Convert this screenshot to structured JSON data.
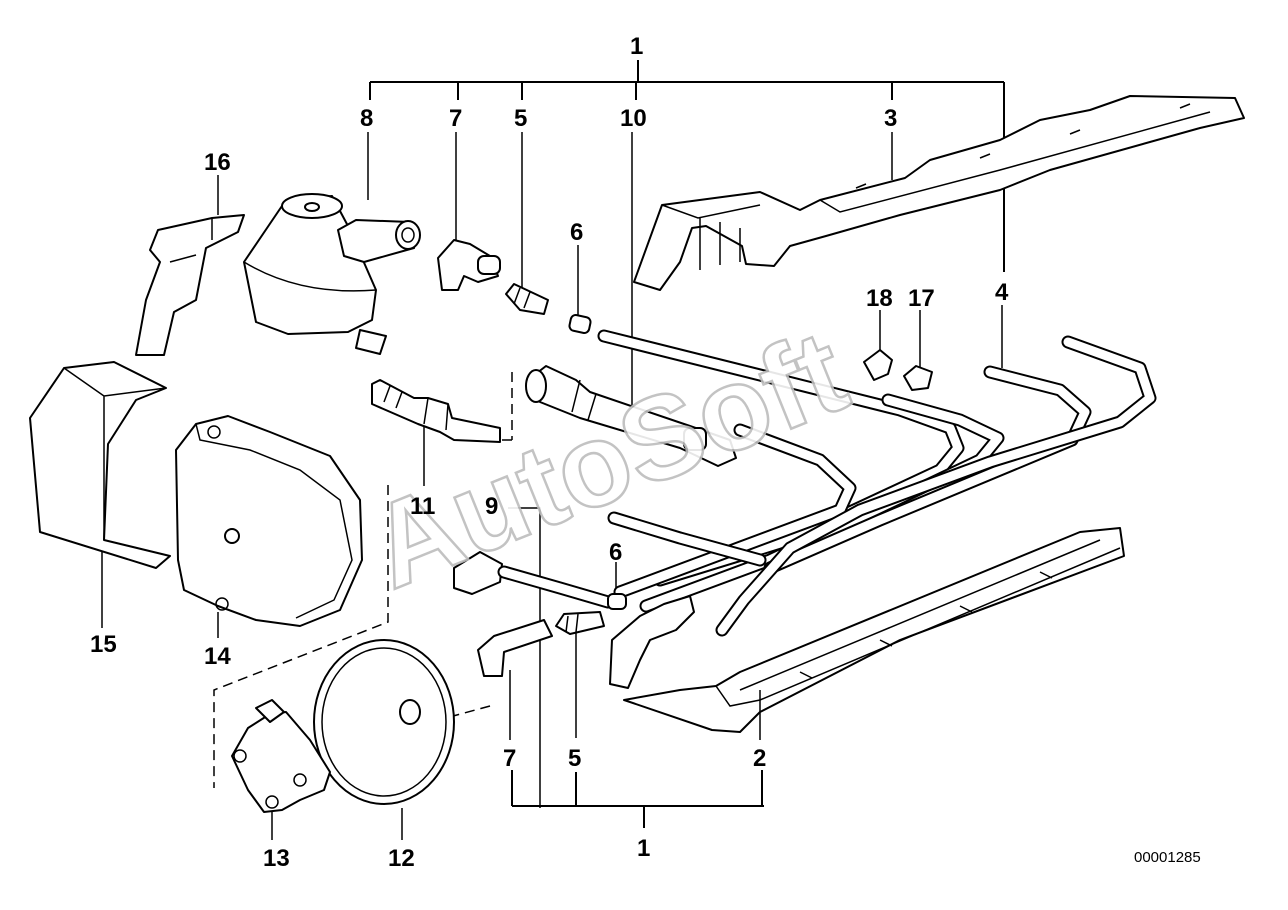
{
  "diagram": {
    "reference_number": "00001285",
    "watermark": "AutoSoft",
    "labels": [
      {
        "id": "1_top",
        "text": "1"
      },
      {
        "id": "8",
        "text": "8"
      },
      {
        "id": "7_top",
        "text": "7"
      },
      {
        "id": "5_top",
        "text": "5"
      },
      {
        "id": "10",
        "text": "10"
      },
      {
        "id": "3",
        "text": "3"
      },
      {
        "id": "16",
        "text": "16"
      },
      {
        "id": "6_top",
        "text": "6"
      },
      {
        "id": "18",
        "text": "18"
      },
      {
        "id": "17",
        "text": "17"
      },
      {
        "id": "4",
        "text": "4"
      },
      {
        "id": "11",
        "text": "11"
      },
      {
        "id": "9",
        "text": "9"
      },
      {
        "id": "6_mid",
        "text": "6"
      },
      {
        "id": "15",
        "text": "15"
      },
      {
        "id": "14",
        "text": "14"
      },
      {
        "id": "7_bottom",
        "text": "7"
      },
      {
        "id": "5_bottom",
        "text": "5"
      },
      {
        "id": "2",
        "text": "2"
      },
      {
        "id": "1_bottom",
        "text": "1"
      },
      {
        "id": "13",
        "text": "13"
      },
      {
        "id": "12",
        "text": "12"
      }
    ]
  }
}
